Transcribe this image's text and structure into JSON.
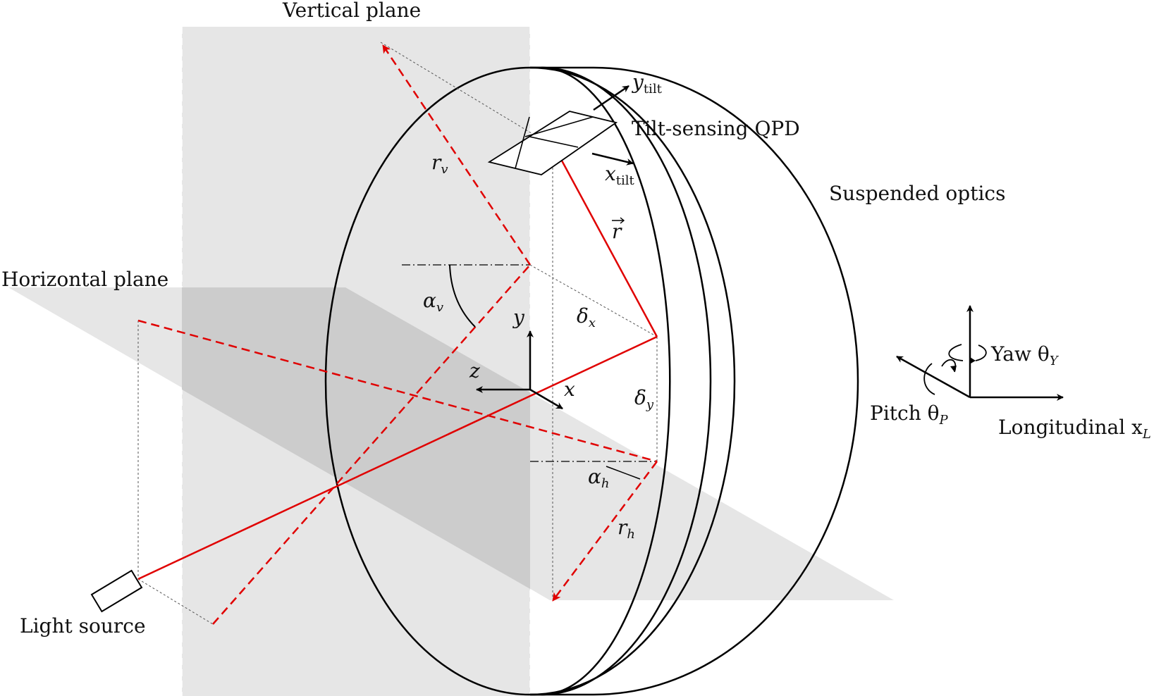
{
  "labels": {
    "vertical_plane": "Vertical plane",
    "horizontal_plane": "Horizontal plane",
    "tilt_qpd": "Tilt-sensing QPD",
    "suspended_optics": "Suspended optics",
    "light_source": "Light source",
    "y_tilt": "y",
    "y_tilt_sub": "tilt",
    "x_tilt": "x",
    "x_tilt_sub": "tilt",
    "r_vec": "r",
    "r_v": "r",
    "r_v_sub": "v",
    "r_h": "r",
    "r_h_sub": "h",
    "alpha_v": "α",
    "alpha_v_sub": "v",
    "alpha_h": "α",
    "alpha_h_sub": "h",
    "delta_x": "δ",
    "delta_x_sub": "x",
    "delta_y": "δ",
    "delta_y_sub": "y",
    "axis_x": "x",
    "axis_y": "y",
    "axis_z": "z",
    "yaw": "Yaw θ",
    "yaw_sub": "Y",
    "pitch": "Pitch θ",
    "pitch_sub": "P",
    "longitudinal": "Longitudinal x",
    "longitudinal_sub": "L"
  },
  "colors": {
    "beam": "#e00000",
    "plane_light": "#e6e6e6",
    "plane_dark": "#cccccc",
    "ink": "#000000",
    "guide": "#555555"
  }
}
